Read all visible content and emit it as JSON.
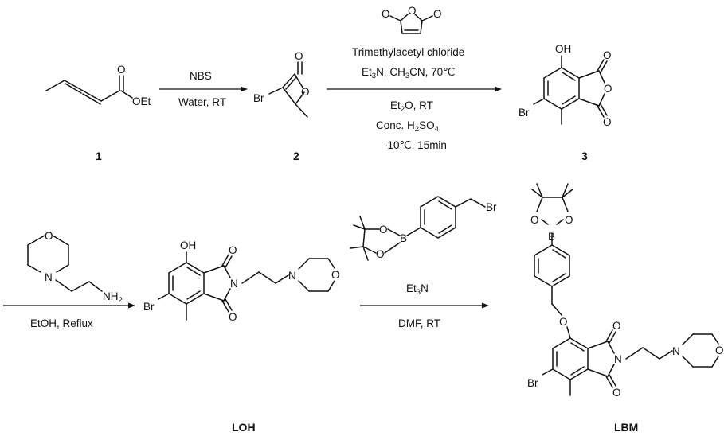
{
  "compounds": {
    "c1": {
      "number": "1",
      "ester": "OEt",
      "oxygen": "O"
    },
    "c2": {
      "number": "2",
      "bromo": "Br",
      "oxygen_ring": "O",
      "oxygen_carbonyl": "O"
    },
    "c3": {
      "number": "3",
      "hydroxy": "OH",
      "bromo": "Br",
      "oxygens": "O"
    },
    "loh": {
      "number": "LOH",
      "hydroxy": "OH",
      "bromo": "Br",
      "nitrogen": "N",
      "oxygen": "O"
    },
    "lbm": {
      "number": "LBM",
      "bromo": "Br",
      "nitrogen": "N",
      "oxygen": "O",
      "boron": "B"
    }
  },
  "reagents": {
    "morpholine_amine": {
      "n": "N",
      "o": "O",
      "nh2": "NH",
      "nh2_sub": "2"
    },
    "maleic_anhydride": {
      "o": "O"
    },
    "boronate_benzyl_bromide": {
      "br": "Br",
      "b": "B",
      "o": "O"
    }
  },
  "conditions": {
    "step1_above": "NBS",
    "step1_below": "Water, RT",
    "step2_above_1": "Trimethylacetyl chloride",
    "step2_above_2_a": "Et",
    "step2_above_2_b": "3",
    "step2_above_2_c": "N, CH",
    "step2_above_2_d": "3",
    "step2_above_2_e": "CN, 70℃",
    "step2_below_1_a": "Et",
    "step2_below_1_b": "2",
    "step2_below_1_c": "O, RT",
    "step2_below_2_a": "Conc. H",
    "step2_below_2_b": "2",
    "step2_below_2_c": "SO",
    "step2_below_2_d": "4",
    "step2_below_3": "-10℃, 15min",
    "step3_below": "EtOH, Reflux",
    "step4_above_a": "Et",
    "step4_above_b": "3",
    "step4_above_c": "N",
    "step4_below": "DMF, RT"
  }
}
